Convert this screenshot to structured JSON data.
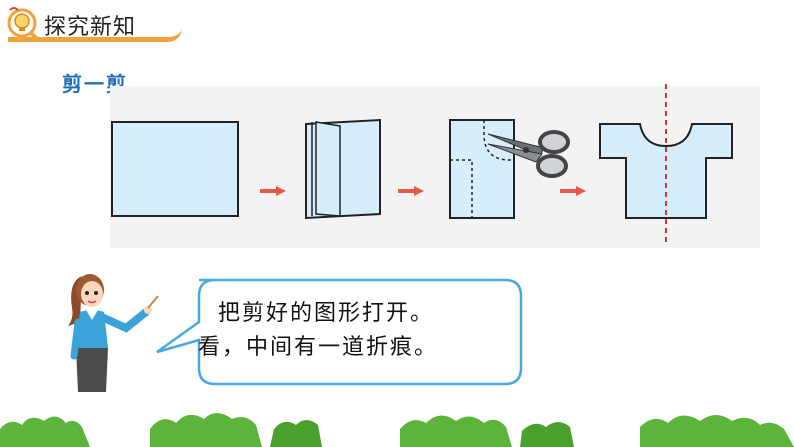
{
  "header": {
    "title": "探究新知",
    "icon": "magnifier-bulb-icon",
    "accent": "#f2a23a"
  },
  "instruction": "剪一剪。",
  "steps": [
    {
      "name": "paper-sheet",
      "description_icon": "rectangle-paper"
    },
    {
      "name": "folded-paper",
      "description_icon": "folded-paper"
    },
    {
      "name": "cutting-paper",
      "description_icon": "scissors"
    },
    {
      "name": "shirt-shape",
      "description_icon": "shirt-outline"
    }
  ],
  "colors": {
    "paper": "#d6eefb",
    "arrow": "#e35a4a",
    "fold_line": "#d0353a",
    "text_blue": "#1e6fb8",
    "bubble_border": "#4aa8e0"
  },
  "speech": {
    "line1": "把剪好的图形打开。",
    "line2": "看，中间有一道折痕。"
  }
}
